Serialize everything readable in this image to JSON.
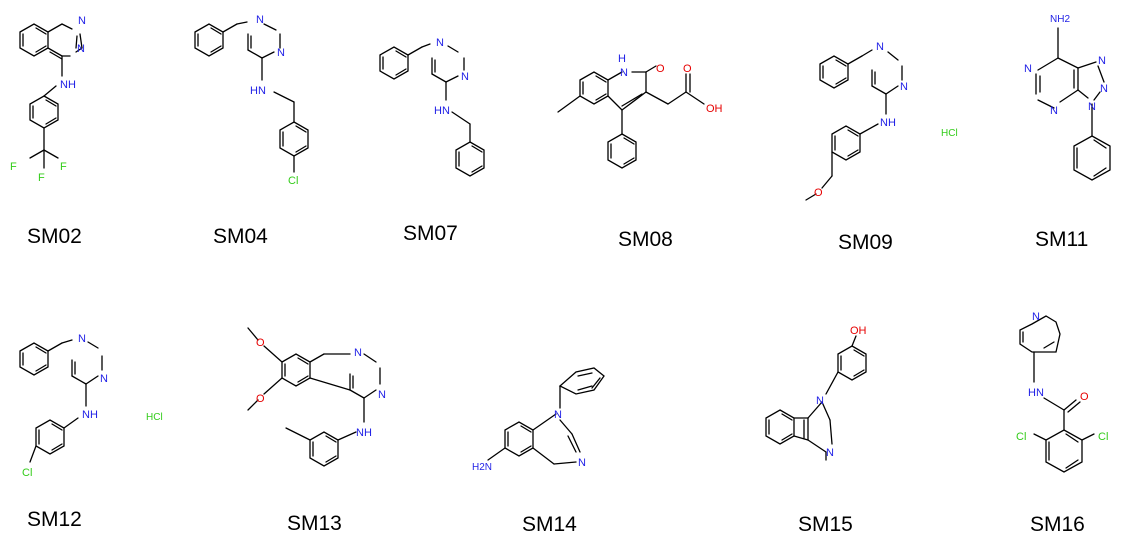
{
  "colors": {
    "nitrogen": "#1f1fe6",
    "oxygen": "#e60000",
    "halogen": "#33cc1a",
    "bond": "#000000"
  },
  "atoms": {
    "N": "N",
    "NH": "NH",
    "HN": "HN",
    "F": "F",
    "Cl": "Cl",
    "O": "O",
    "OH": "OH",
    "NH2": "NH2",
    "H2N": "H2N",
    "H": "H",
    "HCl": "HCl"
  },
  "compounds": [
    {
      "id": "SM02",
      "label": "SM02"
    },
    {
      "id": "SM04",
      "label": "SM04"
    },
    {
      "id": "SM07",
      "label": "SM07"
    },
    {
      "id": "SM08",
      "label": "SM08"
    },
    {
      "id": "SM09",
      "label": "SM09"
    },
    {
      "id": "SM11",
      "label": "SM11"
    },
    {
      "id": "SM12",
      "label": "SM12"
    },
    {
      "id": "SM13",
      "label": "SM13"
    },
    {
      "id": "SM14",
      "label": "SM14"
    },
    {
      "id": "SM15",
      "label": "SM15"
    },
    {
      "id": "SM16",
      "label": "SM16"
    }
  ]
}
